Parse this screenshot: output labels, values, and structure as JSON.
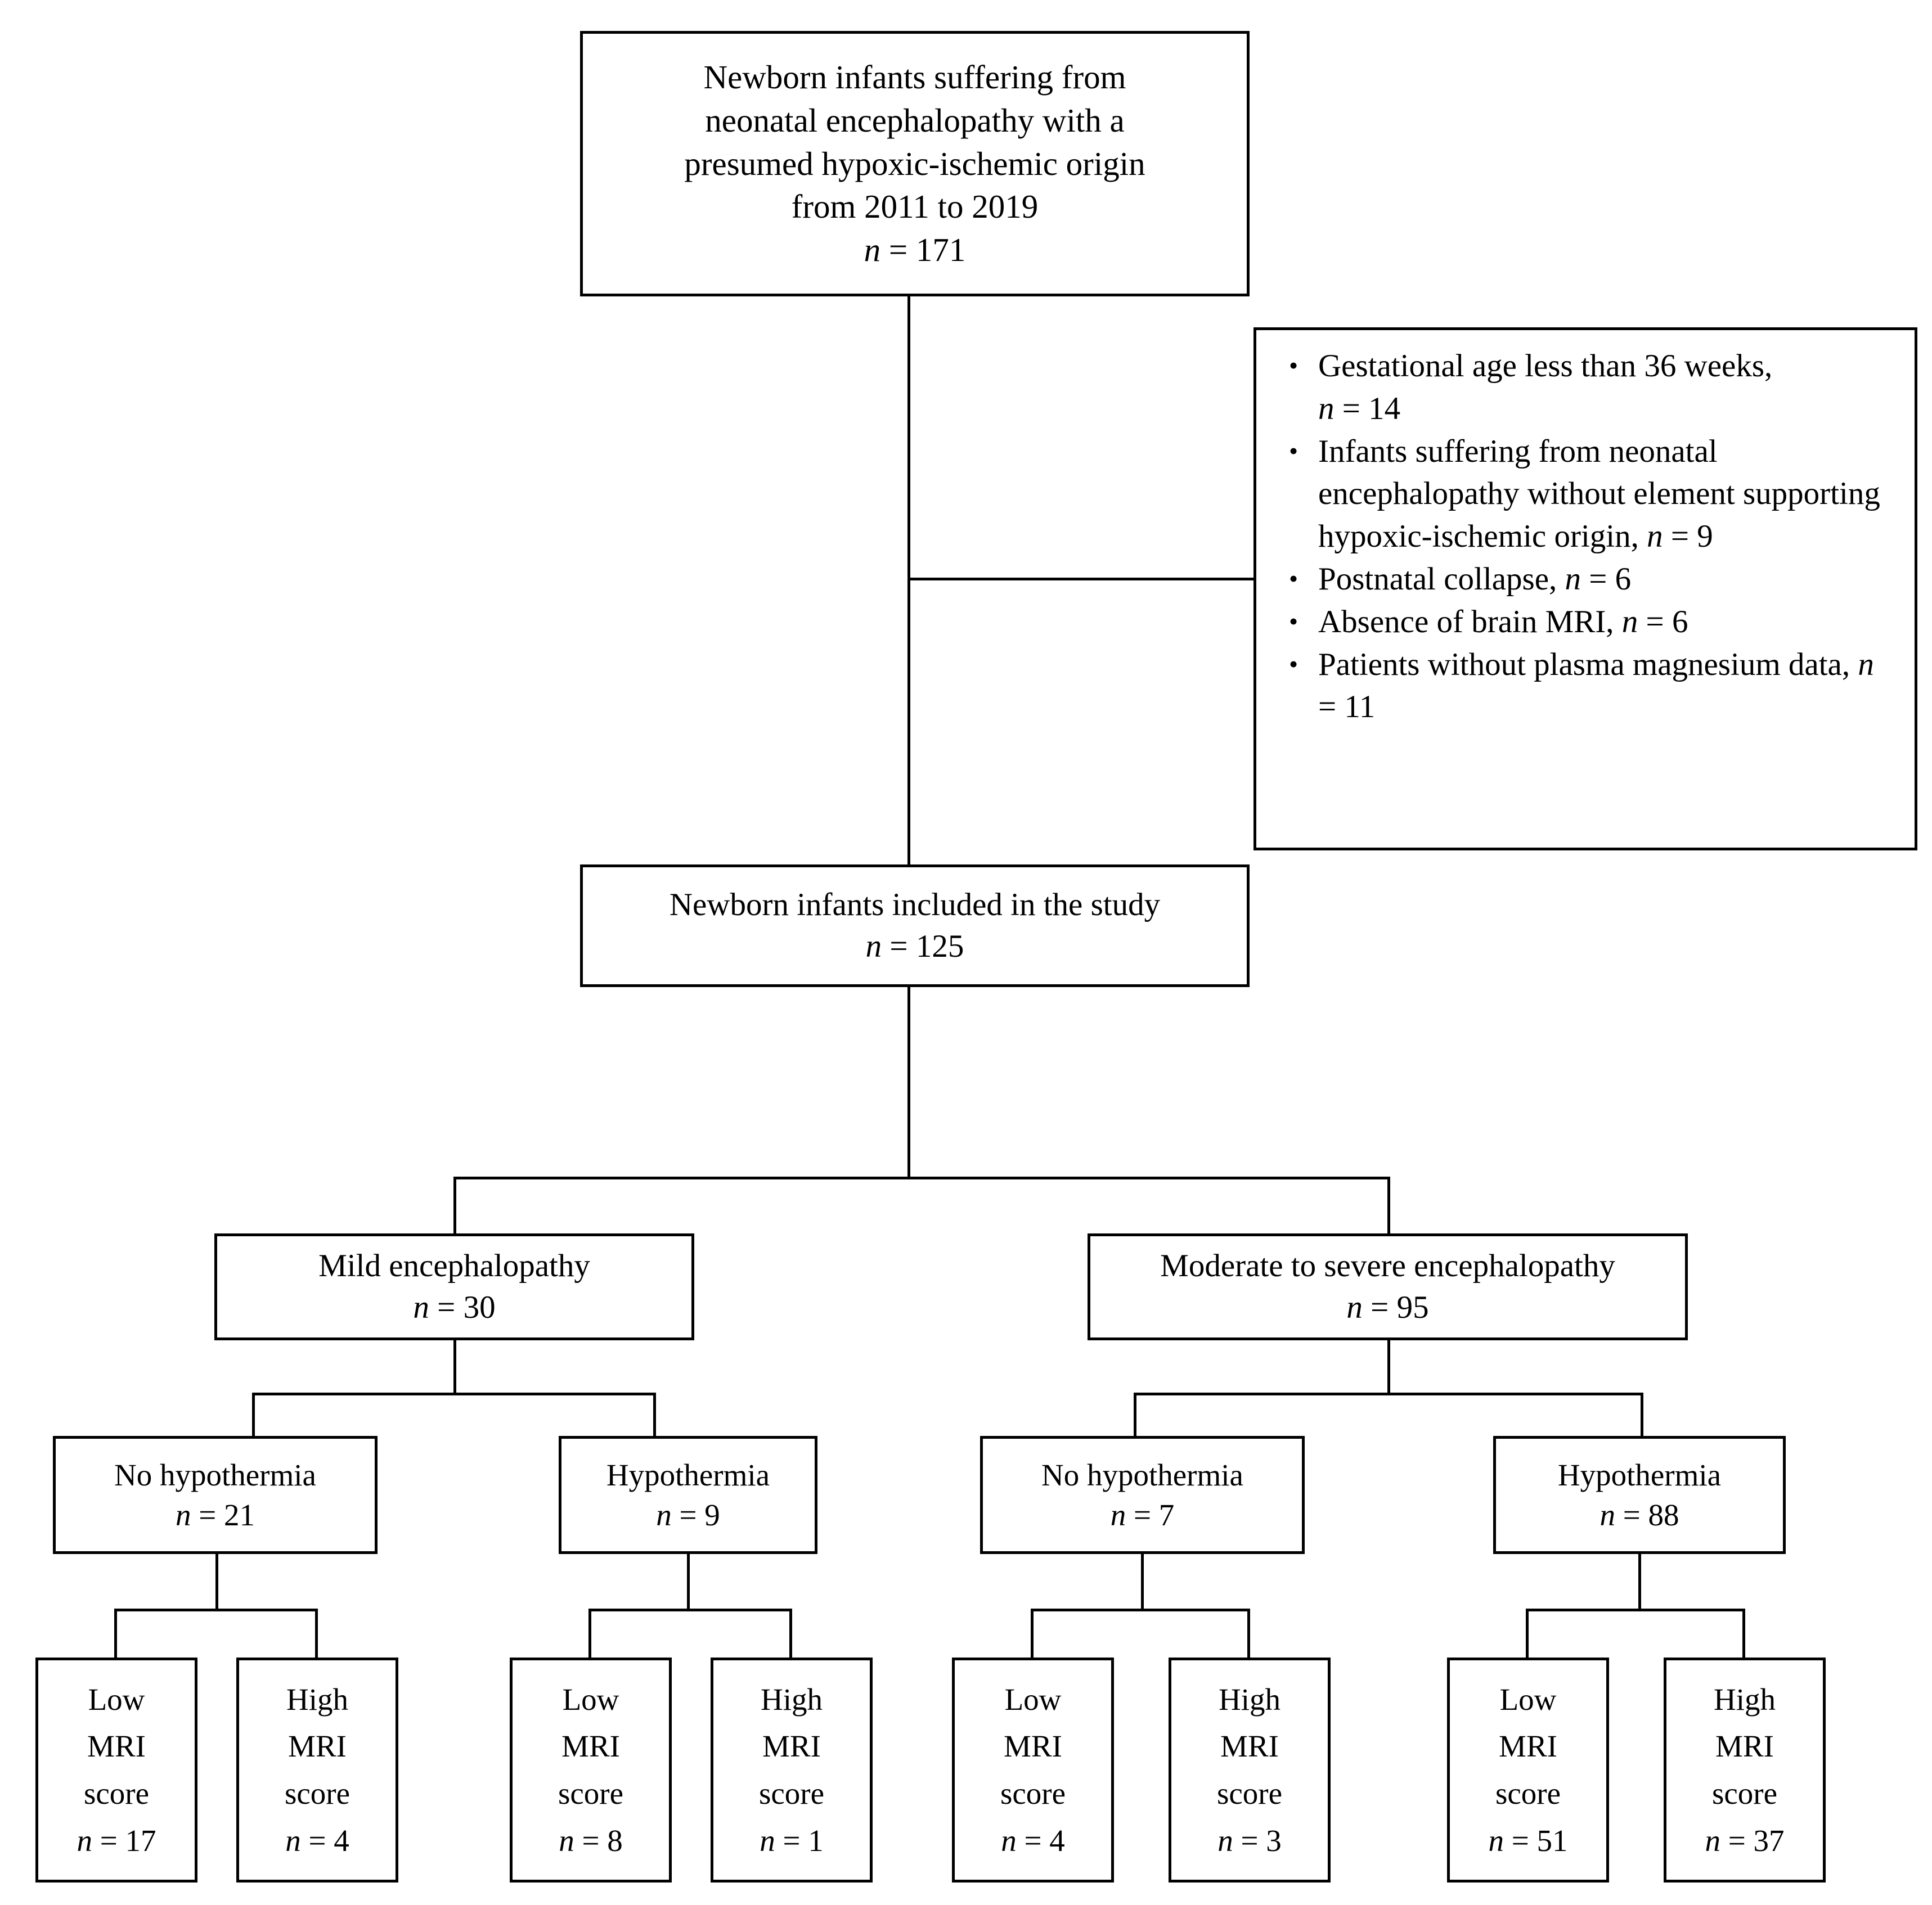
{
  "diagram": {
    "type": "flowchart",
    "title": "Study population flow diagram"
  },
  "nodes": {
    "source": {
      "lines": [
        "Newborn infants suffering from",
        "neonatal encephalopathy with a",
        "presumed hypoxic-ischemic origin",
        "from 2011 to 2019"
      ],
      "n_label": "n",
      "n_eq": " = ",
      "n_value": "171"
    },
    "included": {
      "lines": [
        "Newborn infants included in the study"
      ],
      "n_label": "n",
      "n_eq": " = ",
      "n_value": "125"
    },
    "mild": {
      "lines": [
        "Mild encephalopathy"
      ],
      "n_label": "n",
      "n_eq": " = ",
      "n_value": "30"
    },
    "moderate_severe": {
      "lines": [
        "Moderate to severe encephalopathy"
      ],
      "n_label": "n",
      "n_eq": " = ",
      "n_value": "95"
    },
    "mild_no_hypothermia": {
      "lines": [
        "No hypothermia"
      ],
      "n_label": "n",
      "n_eq": " = ",
      "n_value": "21"
    },
    "mild_hypothermia": {
      "lines": [
        "Hypothermia"
      ],
      "n_label": "n",
      "n_eq": " = ",
      "n_value": "9"
    },
    "modsev_no_hypothermia": {
      "lines": [
        "No hypothermia"
      ],
      "n_label": "n",
      "n_eq": " = ",
      "n_value": "7"
    },
    "modsev_hypothermia": {
      "lines": [
        "Hypothermia"
      ],
      "n_label": "n",
      "n_eq": " = ",
      "n_value": "88"
    }
  },
  "leaves": [
    {
      "l1": "Low",
      "l2": "MRI",
      "l3": "score",
      "n_label": "n",
      "n_eq": " = ",
      "n_value": "17"
    },
    {
      "l1": "High",
      "l2": "MRI",
      "l3": "score",
      "n_label": "n",
      "n_eq": " = ",
      "n_value": "4"
    },
    {
      "l1": "Low",
      "l2": "MRI",
      "l3": "score",
      "n_label": "n",
      "n_eq": " = ",
      "n_value": "8"
    },
    {
      "l1": "High",
      "l2": "MRI",
      "l3": "score",
      "n_label": "n",
      "n_eq": " = ",
      "n_value": "1"
    },
    {
      "l1": "Low",
      "l2": "MRI",
      "l3": "score",
      "n_label": "n",
      "n_eq": " = ",
      "n_value": "4"
    },
    {
      "l1": "High",
      "l2": "MRI",
      "l3": "score",
      "n_label": "n",
      "n_eq": " = ",
      "n_value": "3"
    },
    {
      "l1": "Low",
      "l2": "MRI",
      "l3": "score",
      "n_label": "n",
      "n_eq": " = ",
      "n_value": "51"
    },
    {
      "l1": "High",
      "l2": "MRI",
      "l3": "score",
      "n_label": "n",
      "n_eq": " = ",
      "n_value": "37"
    }
  ],
  "exclusions": {
    "bullet_glyph": "•",
    "items": [
      {
        "text_a": "Gestational age less than 36 weeks,",
        "text_b_pre": "",
        "n_label": "n",
        "n_eq": " = ",
        "n_value": "14",
        "second_line_is_n": true
      },
      {
        "text_a": "Infants suffering from neonatal encephalopathy without element supporting hypoxic-ischemic origin, ",
        "n_label": "n",
        "n_eq": " = ",
        "n_value": "9",
        "second_line_is_n": false
      },
      {
        "text_a": "Postnatal collapse, ",
        "n_label": "n",
        "n_eq": " = ",
        "n_value": "6",
        "second_line_is_n": false
      },
      {
        "text_a": "Absence of brain MRI, ",
        "n_label": "n",
        "n_eq": " = ",
        "n_value": "6",
        "second_line_is_n": false
      },
      {
        "text_a": "Patients without plasma magnesium data, ",
        "n_label": "n",
        "n_eq": " = ",
        "n_value": "11",
        "second_line_is_n": false
      }
    ]
  },
  "colors": {
    "stroke": "#000000",
    "fill": "#ffffff",
    "text": "#000000"
  }
}
